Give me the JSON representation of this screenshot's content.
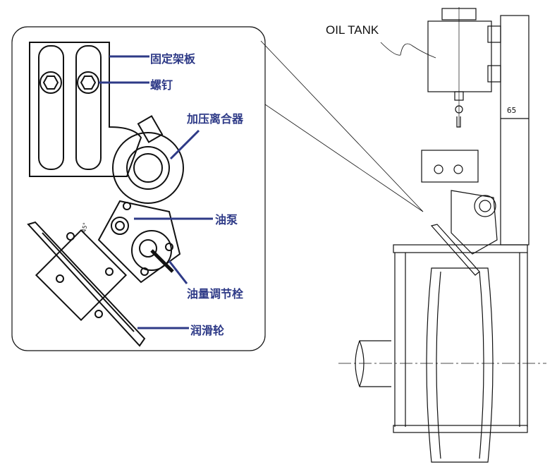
{
  "colors": {
    "label": "#2e3a87",
    "line": "#111111"
  },
  "main_view": {
    "oil_tank_label": "OIL TANK",
    "dimension": "65"
  },
  "detail_view": {
    "angle": "45°",
    "labels": [
      "固定架板",
      "螺钉",
      "加压离合器",
      "油泵",
      "油量调节栓",
      "润滑轮"
    ]
  }
}
